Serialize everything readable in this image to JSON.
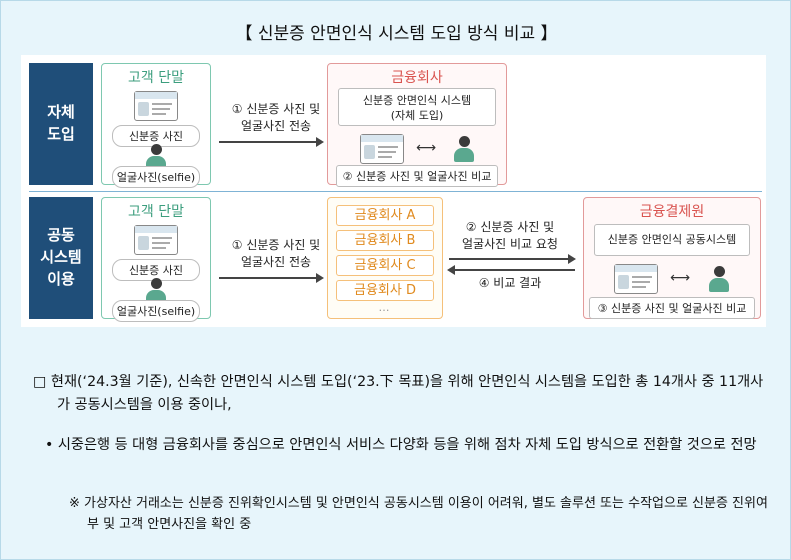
{
  "title": "【 신분증 안면인식 시스템 도입 방식 비교 】",
  "row1": {
    "label": "자체\n도입",
    "customer_box": {
      "title": "고객 단말",
      "id_label": "신분증 사진",
      "selfie_label": "얼굴사진(selfie)"
    },
    "arrow_text": "① 신분증 사진 및\n얼굴사진 전송",
    "company_box": {
      "title": "금융회사",
      "system_label": "신분증 안면인식 시스템\n(자체 도입)",
      "compare_label": "② 신분증 사진 및 얼굴사진 비교"
    }
  },
  "row2": {
    "label": "공동\n시스템\n이용",
    "customer_box": {
      "title": "고객 단말",
      "id_label": "신분증 사진",
      "selfie_label": "얼굴사진(selfie)"
    },
    "arrow_text": "① 신분증 사진 및\n얼굴사진 전송",
    "companies": [
      "금융회사 A",
      "금융회사 B",
      "금융회사 C",
      "금융회사 D"
    ],
    "companies_more": "…",
    "request_text": "② 신분증 사진 및\n얼굴사진 비교 요청",
    "result_text": "④ 비교 결과",
    "kftc_box": {
      "title": "금융결제원",
      "system_label": "신분증 안면인식 공동시스템",
      "compare_label": "③ 신분증 사진 및 얼굴사진 비교"
    }
  },
  "text": {
    "p1": "□ 현재(‘24.3월 기준), 신속한 안면인식 시스템 도입(‘23.下 목표)을 위해 안면인식 시스템을 도입한 총 14개사 중 11개사가 공동시스템을 이용 중이나,",
    "p2": "• 시중은행 등 대형 금융회사를 중심으로 안면인식 서비스 다양화 등을 위해 점차 자체 도입 방식으로 전환할 것으로 전망",
    "p3": "※ 가상자산 거래소는 신분증 진위확인시스템 및 안면인식 공동시스템 이용이 어려워, 별도 솔루션 또는 수작업으로 신분증 진위여부 및 고객 안면사진을 확인 중"
  },
  "icons": [
    "id-card-icon",
    "person-icon",
    "double-arrow-icon"
  ],
  "colors": {
    "accent_blue": "#1f4e79",
    "green": "#3c9e7e",
    "red": "#d9534f",
    "orange": "#e08a1e",
    "background": "#e7f5fb"
  }
}
